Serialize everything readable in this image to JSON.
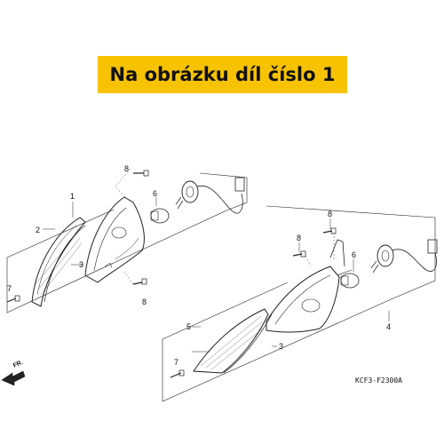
{
  "banner": {
    "text": "Na obrázku díl číslo 1"
  },
  "callouts": {
    "c1": "1",
    "c2": "2",
    "c3a": "3",
    "c7a": "7",
    "c8a": "8",
    "c6a": "6",
    "c8b": "8",
    "c8c": "8",
    "c8d": "8",
    "c6b": "6",
    "c4": "4",
    "c5": "5",
    "c3b": "3",
    "c7b": "7"
  },
  "front_arrow": {
    "text": "FR."
  },
  "diagram_code": {
    "text": "KCF3-F2300A"
  }
}
